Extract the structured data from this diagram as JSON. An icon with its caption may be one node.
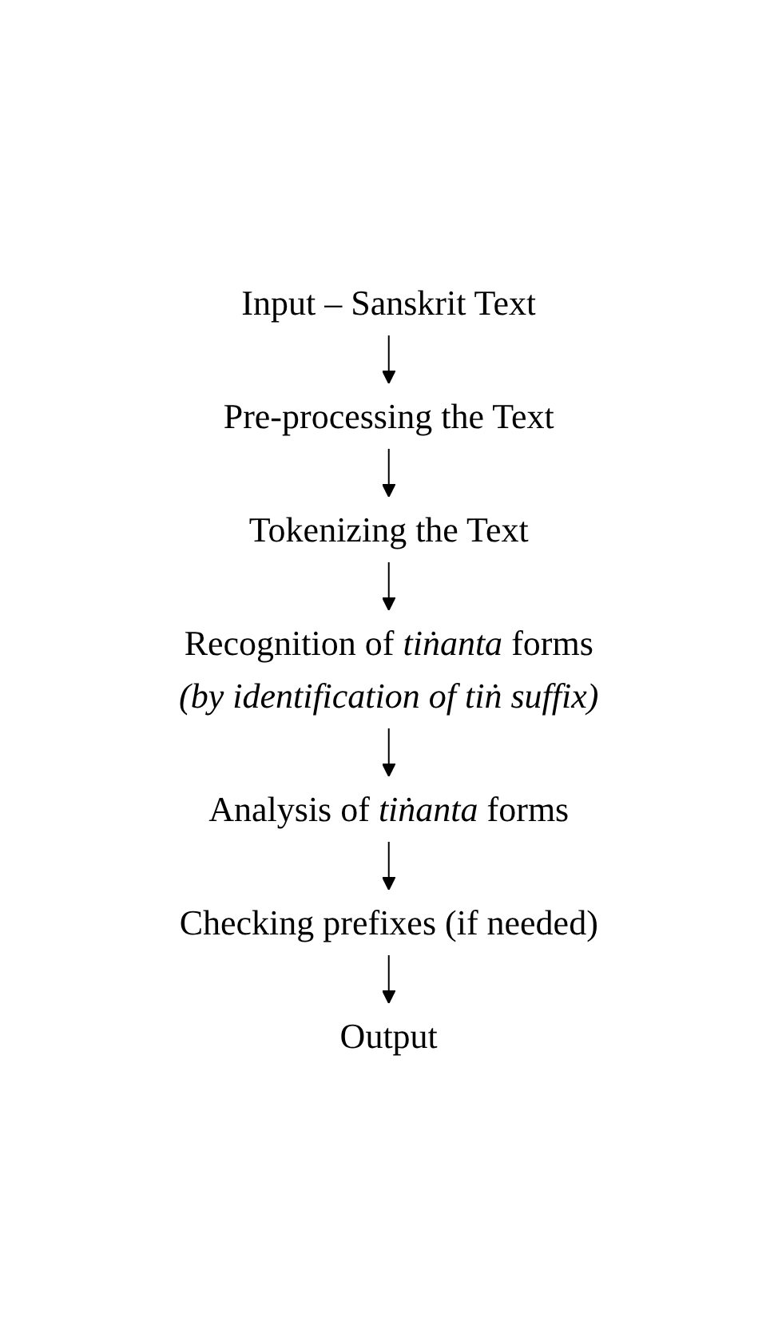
{
  "diagram": {
    "nodes": [
      {
        "text": [
          "Input – Sanskrit Text"
        ]
      },
      {
        "text": [
          "Pre-processing the Text"
        ]
      },
      {
        "text": [
          "Tokenizing the Text"
        ]
      },
      {
        "text": [
          "Recognition of *tiṅanta* forms",
          "(by identification of tiṅ suffix)"
        ]
      },
      {
        "text": [
          "Analysis of *tiṅanta* forms"
        ]
      },
      {
        "text": [
          "Checking prefixes (if needed)"
        ]
      },
      {
        "text": [
          "Output"
        ]
      }
    ],
    "edges": [
      {
        "from": 0,
        "to": 1,
        "arrow": "to"
      },
      {
        "from": 1,
        "to": 2,
        "arrow": "to"
      },
      {
        "from": 2,
        "to": 3,
        "arrow": "to"
      },
      {
        "from": 3,
        "to": 4,
        "arrow": "to"
      },
      {
        "from": 4,
        "to": 5,
        "arrow": "to"
      },
      {
        "from": 5,
        "to": 6,
        "arrow": "to"
      }
    ]
  }
}
